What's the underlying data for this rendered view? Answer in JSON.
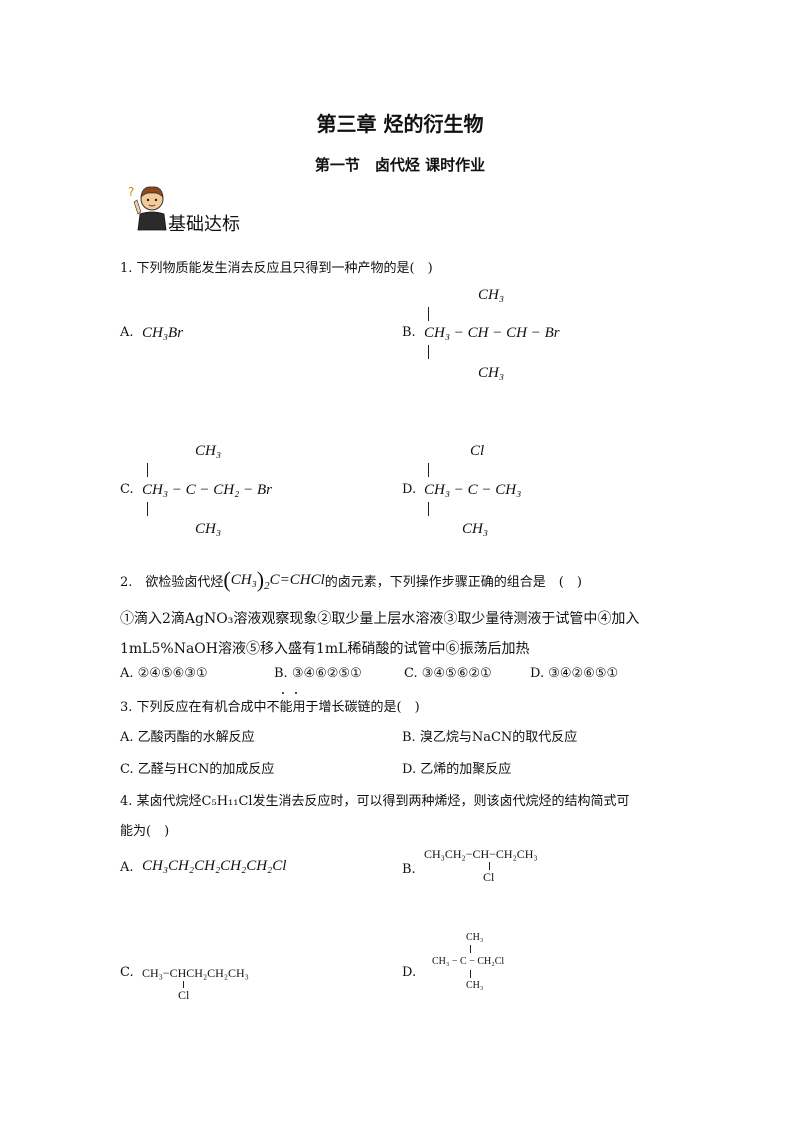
{
  "title": "第三章 烃的衍生物",
  "subtitle": "第一节　卤代烃 课时作业",
  "section": "基础达标",
  "q1": {
    "stem": "1. 下列物质能发生消去反应且只得到一种产物的是(　)",
    "a_label": "A.",
    "a_formula": "CH₃Br",
    "b_label": "B.",
    "b_top": "CH₃",
    "b_main": "CH₃ − CH − CH − Br",
    "b_bottom": "CH₃",
    "c_label": "C.",
    "c_top": "CH₃",
    "c_main": "CH₃ − C − CH₂ − Br",
    "c_bottom": "CH₃",
    "d_label": "D.",
    "d_top": "Cl",
    "d_main": "CH₃ − C − CH₃",
    "d_bottom": "CH₃"
  },
  "q2": {
    "stem_pre": "2.　欲检验卤代烃",
    "stem_formula": "CH₃",
    "stem_sub": "2",
    "stem_formula2": "C=CHCl",
    "stem_post": "的卤元素，下列操作步骤正确的组合是　(　)",
    "steps1": "①滴入2滴AgNO₃溶液观察现象②取少量上层水溶液③取少量待测液于试管中④加入",
    "steps2": "1mL5%NaOH溶液⑤移入盛有1mL稀硝酸的试管中⑥振荡后加热",
    "opt_a": "A. ②④⑤⑥③①",
    "opt_b": "B. ③④⑥②⑤①",
    "opt_c": "C. ③④⑤⑥②①",
    "opt_d": "D. ③④②⑥⑤①"
  },
  "q3": {
    "stem": "3. 下列反应在有机合成中不能用于增长碳链的是(　)",
    "opt_a": "A. 乙酸丙酯的水解反应",
    "opt_b": "B. 溴乙烷与NaCN的取代反应",
    "opt_c": "C. 乙醛与HCN的加成反应",
    "opt_d": "D. 乙烯的加聚反应"
  },
  "q4": {
    "stem1": "4. 某卤代烷烃C₅H₁₁Cl发生消去反应时，可以得到两种烯烃，则该卤代烷烃的结构简式可",
    "stem2": "能为(　)",
    "a_label": "A.",
    "a_formula": "CH₃CH₂CH₂CH₂CH₂Cl",
    "b_label": "B.",
    "b_main": "CH₃CH₂−CH−CH₂CH₃",
    "b_sub": "Cl",
    "c_label": "C.",
    "c_main": "CH₃−CHCH₂CH₂CH₃",
    "c_sub": "Cl",
    "d_label": "D.",
    "d_top": "CH₃",
    "d_main": "CH₃ − C − CH₂Cl",
    "d_bottom": "CH₃"
  }
}
